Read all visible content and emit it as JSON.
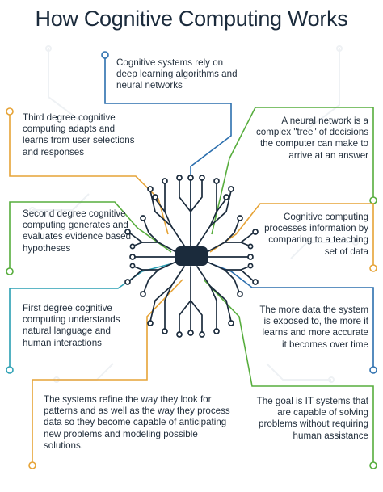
{
  "title": "How Cognitive Computing Works",
  "colors": {
    "blue": "#2c6fae",
    "green": "#57ad3d",
    "orange": "#e6a336",
    "teal": "#2a9fb3",
    "dark": "#1b2b3c"
  },
  "blocks": {
    "top_center": "Cognitive systems rely on deep learning algorithms and neural networks",
    "left_1": "Third degree cognitive computing adapts and learns from user selections and responses",
    "left_2": "Second degree cognitive computing generates and evaluates evidence based hypotheses",
    "left_3": "First degree cognitive computing understands natural language and human interactions",
    "bottom_left": "The systems refine the way they look for patterns and as well as the way they process data so they become capable of anticipating new problems and modeling possible solutions.",
    "right_1": "A neural network is a complex \"tree\" of decisions the computer can make to arrive at an answer",
    "right_2": "Cognitive computing processes information by comparing to a teaching set of data",
    "right_3": "The more data the system is exposed to, the more it learns and more accurate it becomes over time",
    "bottom_right": "The goal is IT systems that are capable of solving problems without requiring human assistance"
  }
}
